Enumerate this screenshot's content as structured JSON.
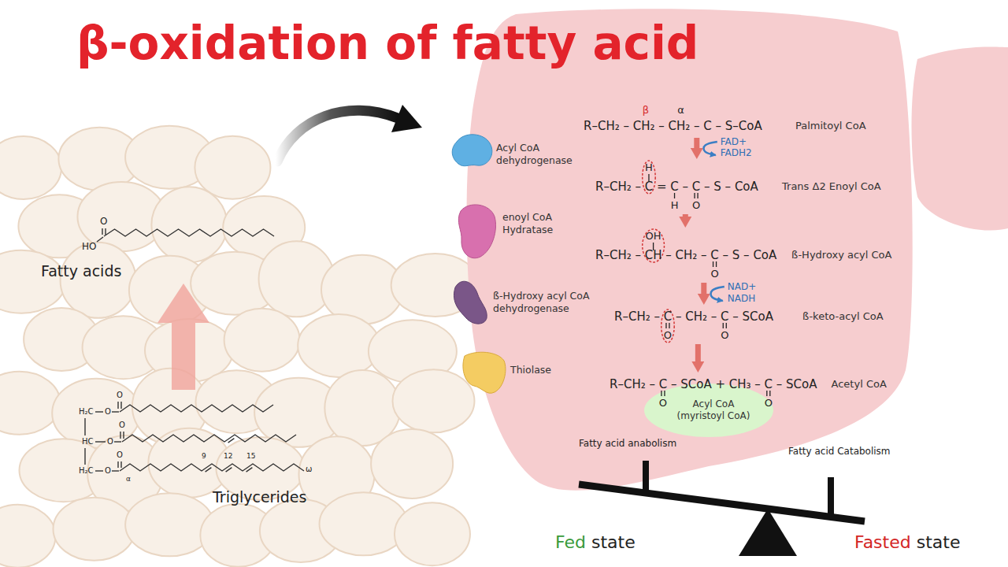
{
  "diagram": {
    "title": "β-oxidation of fatty acid",
    "nodes": [
      {
        "text": [
          "Acyl CoA dehydrogenase"
        ]
      },
      {
        "text": [
          "enoyl CoA Hydratase"
        ]
      },
      {
        "text": [
          "ß-Hydroxy acyl CoA dehydrogenase"
        ]
      },
      {
        "text": [
          "Thiolase"
        ]
      },
      {
        "text": [
          "R–CH₂ – CH₂ – CH₂ – C – S–CoA",
          "Palmitoyl CoA"
        ]
      },
      {
        "text": [
          "R–CH₂ – C = C – C – S – CoA",
          "Trans Δ2 Enoyl CoA"
        ]
      },
      {
        "text": [
          "R–CH₂ – CH – CH₂ – C – S – CoA",
          "ß-Hydroxy acyl CoA"
        ]
      },
      {
        "text": [
          "R–CH₂ – C – CH₂ – C – SCoA",
          "ß-keto-acyl CoA"
        ]
      },
      {
        "text": [
          "R–CH₂ – C – SCoA + CH₃ – C – SCoA",
          "Acetyl CoA",
          "Acyl CoA (myristoyl CoA)"
        ]
      }
    ],
    "edges": [
      {
        "from": 4,
        "to": 5,
        "arrow": "to"
      },
      {
        "from": 5,
        "to": 6,
        "arrow": "to"
      },
      {
        "from": 6,
        "to": 7,
        "arrow": "to"
      },
      {
        "from": 7,
        "to": 8,
        "arrow": "to"
      }
    ],
    "labels": [
      "β",
      "α",
      "FAD+",
      "FADH2",
      "H",
      "H",
      "O",
      "OH",
      "O",
      "NAD+",
      "NADH",
      "O",
      "O",
      "O",
      "O",
      "Fatty acids",
      "Triglycerides",
      "9",
      "12",
      "15",
      "α",
      "ω",
      "Fatty acid anabolism",
      "Fatty acid Catabolism",
      "Fed",
      "state",
      "Fasted",
      "state",
      "HO",
      "O",
      "H₂C",
      "HC",
      "H₂C",
      "O",
      "O",
      "O",
      "O",
      "O",
      "O"
    ]
  }
}
